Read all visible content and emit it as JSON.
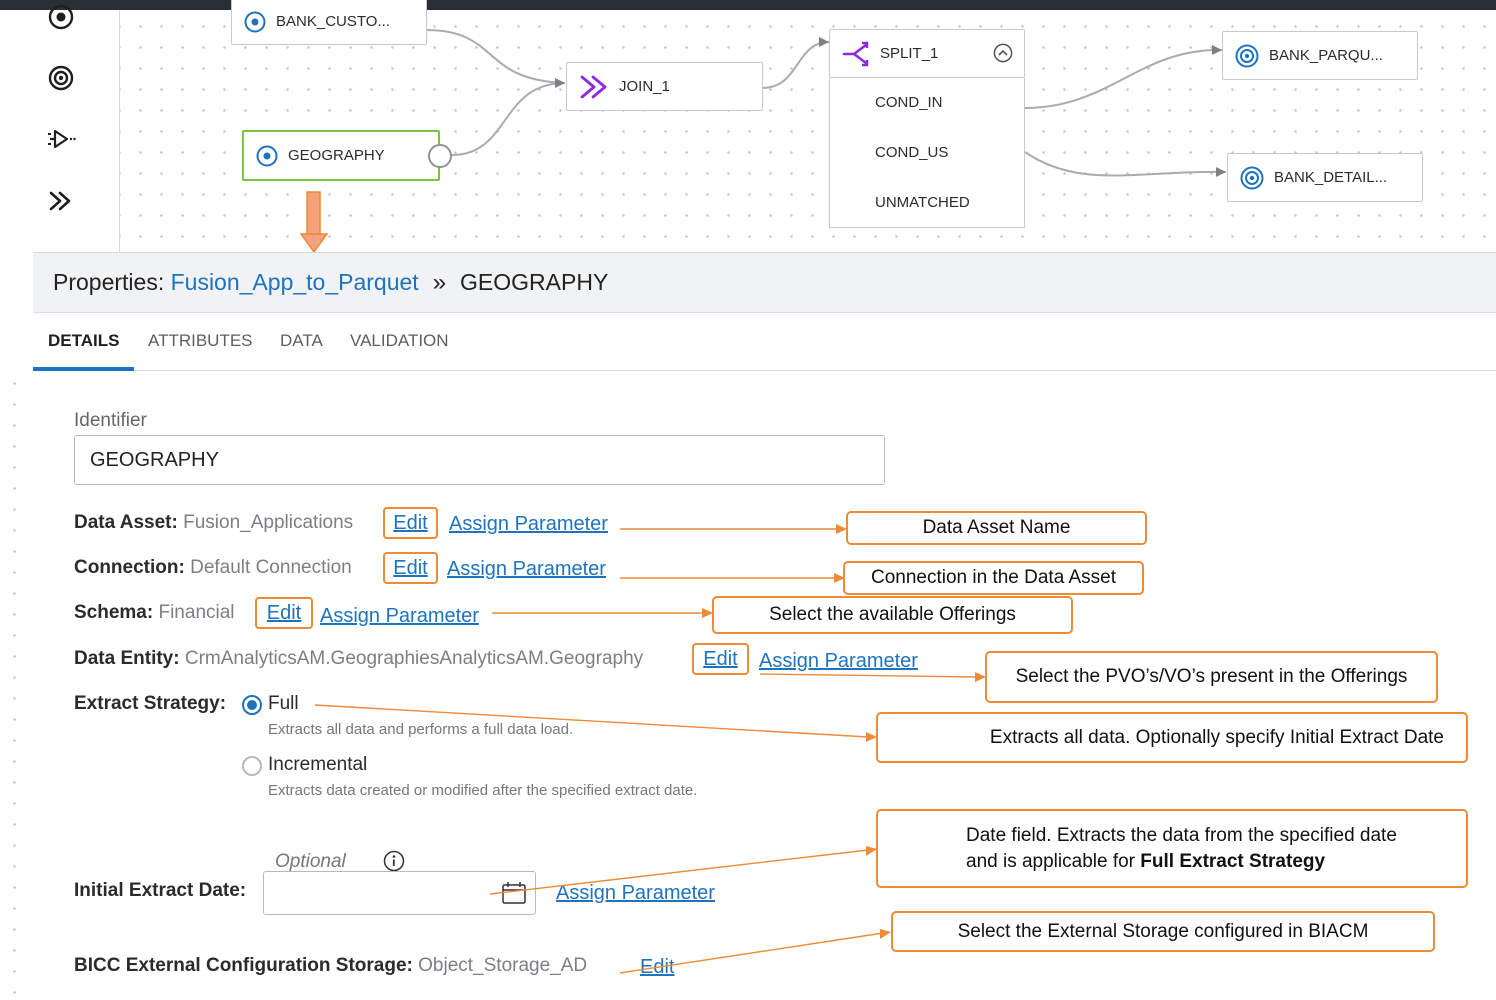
{
  "canvas": {
    "nodes": {
      "bank_customer": "BANK_CUSTO...",
      "geography": "GEOGRAPHY",
      "join": "JOIN_1",
      "split": "SPLIT_1",
      "bank_parquet": "BANK_PARQU...",
      "bank_detail": "BANK_DETAIL..."
    },
    "split_outputs": [
      "COND_IN",
      "COND_US",
      "UNMATCHED"
    ]
  },
  "properties": {
    "prefix": "Properties:",
    "flow_link": "Fusion_App_to_Parquet",
    "separator": "»",
    "current": "GEOGRAPHY",
    "tabs": [
      "DETAILS",
      "ATTRIBUTES",
      "DATA",
      "VALIDATION"
    ],
    "active_tab": "DETAILS"
  },
  "form": {
    "identifier_label": "Identifier",
    "identifier_value": "GEOGRAPHY",
    "data_asset_label": "Data Asset:",
    "data_asset_value": "Fusion_Applications",
    "connection_label": "Connection:",
    "connection_value": "Default Connection",
    "schema_label": "Schema:",
    "schema_value": "Financial",
    "data_entity_label": "Data Entity:",
    "data_entity_value": "CrmAnalyticsAM.GeographiesAnalyticsAM.Geography",
    "edit_label": "Edit",
    "assign_label": "Assign Parameter",
    "extract_strategy_label": "Extract Strategy:",
    "full_label": "Full",
    "full_hint": "Extracts all data and performs a full data load.",
    "incremental_label": "Incremental",
    "incremental_hint": "Extracts data created or modified after the specified extract date.",
    "optional_label": "Optional",
    "initial_date_label": "Initial Extract Date:",
    "initial_date_value": "",
    "bicc_label": "BICC External Configuration Storage:",
    "bicc_value": "Object_Storage_AD",
    "selected_strategy": "Full"
  },
  "callouts": {
    "data_asset": "Data Asset Name",
    "connection": "Connection in the Data Asset",
    "schema": "Select the available Offerings",
    "data_entity": "Select the PVO’s/VO’s present in the Offerings",
    "full": "Extracts all data. Optionally specify Initial Extract Date",
    "date_line1": "Date field. Extracts the data from the specified date",
    "date_line2_prefix": "and is applicable for ",
    "date_line2_bold": "Full Extract Strategy",
    "bicc": "Select the External Storage configured in BIACM"
  },
  "colors": {
    "accent_blue": "#1e73be",
    "callout_orange": "#ef8a35",
    "join_purple": "#8a2be2",
    "selected_green": "#7cc242"
  }
}
